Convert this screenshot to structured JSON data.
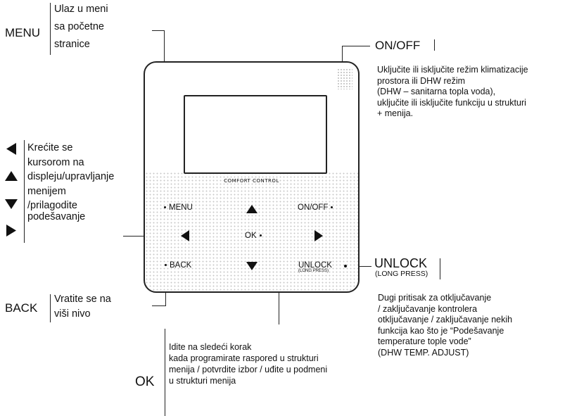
{
  "menu": {
    "key": "MENU",
    "desc_lines": [
      "Ulaz u meni",
      "sa početne",
      "stranice"
    ]
  },
  "onoff": {
    "key": "ON/OFF",
    "desc_lines": [
      "Uključite ili isključite režim klimatizacije",
      "prostora ili DHW režim",
      "(DHW – sanitarna topla voda),",
      "uključite ili isključite funkciju u strukturi",
      "+ menija."
    ]
  },
  "navigation": {
    "desc_lines": [
      "Krećite se",
      "kursorom na",
      "displeju/upravljanje",
      "menijem",
      "/prilagodite",
      "podešavanje"
    ]
  },
  "back": {
    "key": "BACK",
    "desc_lines": [
      "Vratite se na",
      "viši nivo"
    ]
  },
  "unlock": {
    "key": "UNLOCK",
    "sub": "(LONG PRESS)",
    "desc_lines": [
      "Dugi pritisak za otključavanje",
      "/ zaključavanje kontrolera",
      "otključavanje / zaključavanje nekih",
      "funkcija kao što je “Podešavanje",
      "temperature tople vode”",
      " (DHW TEMP. ADJUST)"
    ]
  },
  "ok": {
    "key": "OK",
    "desc_lines": [
      "Idite na sledeći korak",
      "kada programirate raspored u strukturi",
      "menija / potvrdite izbor / uđite u podmeni",
      "u strukturi menija"
    ]
  },
  "device": {
    "brand": "COMFORT CONTROL",
    "menu_label": "MENU",
    "onoff_label": "ON/OFF",
    "ok_label": "OK",
    "back_label": "BACK",
    "unlock_label": "UNLOCK",
    "unlock_sub": "(LONG PRESS)"
  }
}
